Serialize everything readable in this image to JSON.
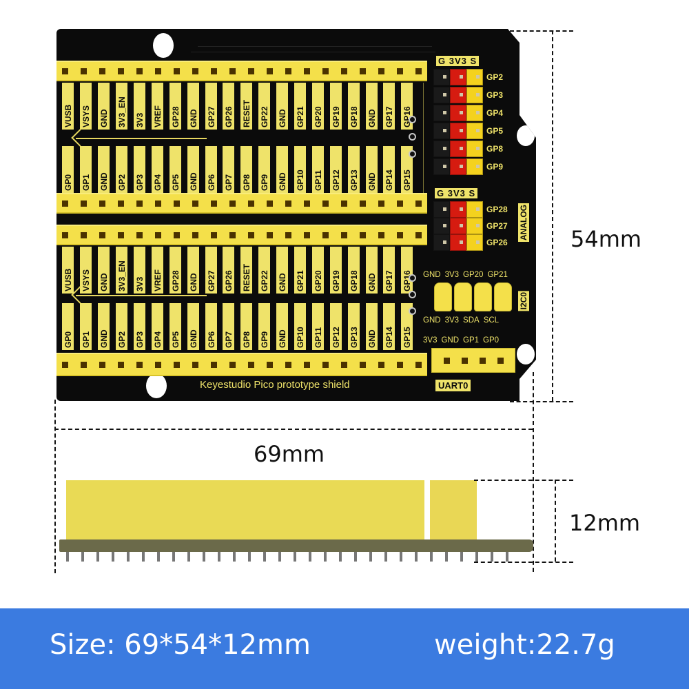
{
  "board": {
    "title": "Keyestudio Pico prototype shield",
    "upper_module": {
      "top_row_labels": [
        "VUSB",
        "VSYS",
        "GND",
        "3V3_EN",
        "3V3",
        "VREF",
        "GP28",
        "GND",
        "GP27",
        "GP26",
        "RESET",
        "GP22",
        "GND",
        "GP21",
        "GP20",
        "GP19",
        "GP18",
        "GND",
        "GP17",
        "GP16"
      ],
      "bottom_row_labels": [
        "GP0",
        "GP1",
        "GND",
        "GP2",
        "GP3",
        "GP4",
        "GP5",
        "GND",
        "GP6",
        "GP7",
        "GP8",
        "GP9",
        "GND",
        "GP10",
        "GP11",
        "GP12",
        "GP13",
        "GND",
        "GP14",
        "GP15"
      ]
    },
    "lower_module": {
      "top_row_labels": [
        "VUSB",
        "VSYS",
        "GND",
        "3V3_EN",
        "3V3",
        "VREF",
        "GP28",
        "GND",
        "GP27",
        "GP26",
        "RESET",
        "GP22",
        "GND",
        "GP21",
        "GP20",
        "GP19",
        "GP18",
        "GND",
        "GP17",
        "GP16"
      ],
      "bottom_row_labels": [
        "GP0",
        "GP1",
        "GND",
        "GP2",
        "GP3",
        "GP4",
        "GP5",
        "GND",
        "GP6",
        "GP7",
        "GP8",
        "GP9",
        "GND",
        "GP10",
        "GP11",
        "GP12",
        "GP13",
        "GND",
        "GP14",
        "GP15"
      ]
    },
    "digital_header": {
      "column_header": "G  3V3  S",
      "pins": [
        "GP2",
        "GP3",
        "GP4",
        "GP5",
        "GP8",
        "GP9"
      ]
    },
    "analog_header": {
      "column_header": "G  3V3  S",
      "pins": [
        "GP28",
        "GP27",
        "GP26"
      ],
      "section_label": "ANALOG"
    },
    "i2c": {
      "top_labels": [
        "GND",
        "3V3",
        "GP20",
        "GP21"
      ],
      "bottom_labels": [
        "GND",
        "3V3",
        "SDA",
        "SCL"
      ],
      "section_label": "I2C0"
    },
    "uart": {
      "top_labels": [
        "3V3",
        "GND",
        "GP1",
        "GP0"
      ],
      "section_label": "UART0"
    }
  },
  "dimensions": {
    "height_label": "54mm",
    "width_label": "69mm",
    "thickness_label": "12mm"
  },
  "footer": {
    "size_text": "Size: 69*54*12mm",
    "weight_text": "weight:22.7g"
  },
  "colors": {
    "pcb": "#0b0b0b",
    "header_yellow": "#f4e04a",
    "silkscreen": "#efe36a",
    "footer_blue": "#3b7be0",
    "pin_red": "#d61b10"
  }
}
